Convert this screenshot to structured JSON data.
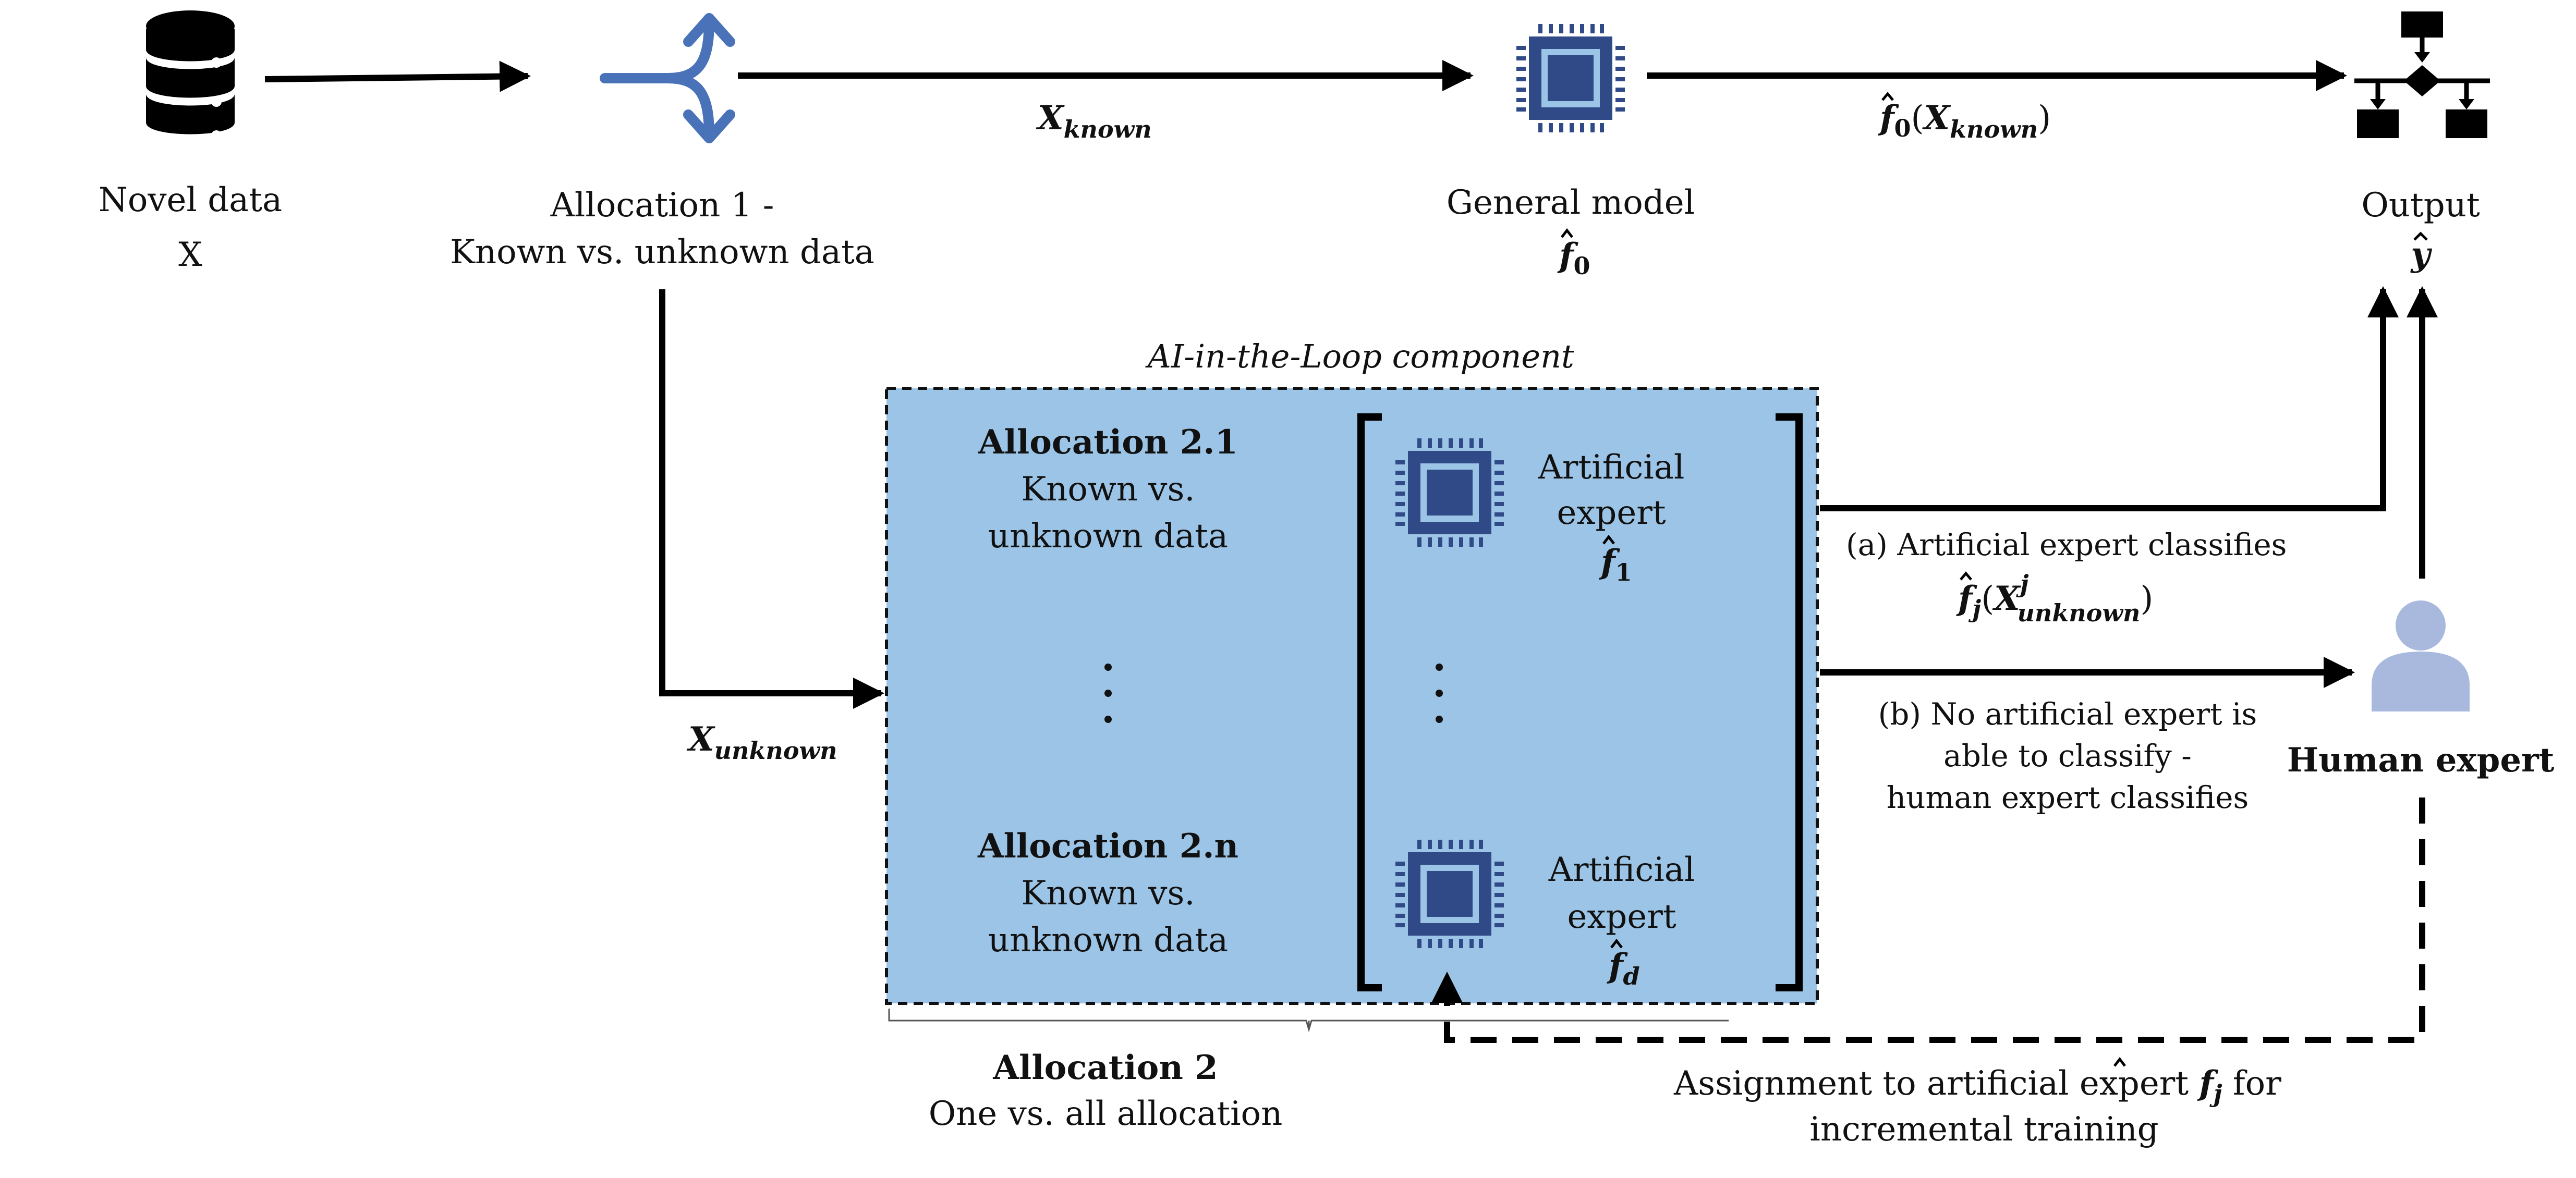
{
  "colors": {
    "ai_box_fill": "#9cc4e6",
    "chip_dark": "#2f4a86",
    "chip_light": "#9cc4e6",
    "branch_icon": "#4a72b8",
    "human_icon": "#a9b9dd",
    "stroke": "#000000"
  },
  "icons": {
    "database": "database-icon",
    "branch": "branch-split-icon",
    "chip": "processor-chip-icon",
    "flowchart": "flowchart-icon",
    "human": "person-icon"
  },
  "nodes": {
    "novel_data": {
      "line1": "Novel data",
      "line2": "X"
    },
    "allocation1": {
      "line1": "Allocation 1 -",
      "line2": "Known vs. unknown data"
    },
    "general_model": {
      "line1": "General model",
      "symbol_base": "f",
      "symbol_sub": "0"
    },
    "output": {
      "line1": "Output",
      "symbol": "y"
    },
    "human_expert": {
      "label": "Human expert"
    }
  },
  "edges": {
    "x_known": {
      "base": "X",
      "sub": "known"
    },
    "f0_x_known": {
      "f": "f",
      "f_sub": "0",
      "open": "(",
      "x": "X",
      "x_sub": "known",
      "close": ")"
    },
    "x_unknown": {
      "base": "X",
      "sub": "unknown"
    }
  },
  "ai_component": {
    "title": "AI-in-the-Loop component",
    "alloc21": {
      "title": "Allocation 2.1",
      "line1": "Known vs.",
      "line2": "unknown data"
    },
    "alloc2n": {
      "title": "Allocation 2.n",
      "line1": "Known vs.",
      "line2": "unknown data"
    },
    "dots_left": "⋮",
    "dots_right": "⋮",
    "expert1": {
      "line1": "Artificial",
      "line2": "expert",
      "f": "f",
      "sub": "1"
    },
    "expertd": {
      "line1": "Artificial",
      "line2": "expert",
      "f": "f",
      "sub": "d"
    }
  },
  "allocation2": {
    "title": "Allocation 2",
    "subtitle": "One vs. all allocation"
  },
  "outcomes": {
    "a": {
      "label": "(a)  Artificial expert classifies",
      "f": "f",
      "f_sub": "j",
      "open": "(",
      "x": "X",
      "x_sup": "j",
      "x_sub": "unknown",
      "close": ")"
    },
    "b": {
      "line1": "(b) No artificial expert is",
      "line2": "able to classify -",
      "line3": "human expert classifies"
    }
  },
  "feedback": {
    "line1_pre": "Assignment to artificial expert ",
    "f": "f",
    "f_sub": "j",
    "line1_post": " for",
    "line2": "incremental training"
  }
}
